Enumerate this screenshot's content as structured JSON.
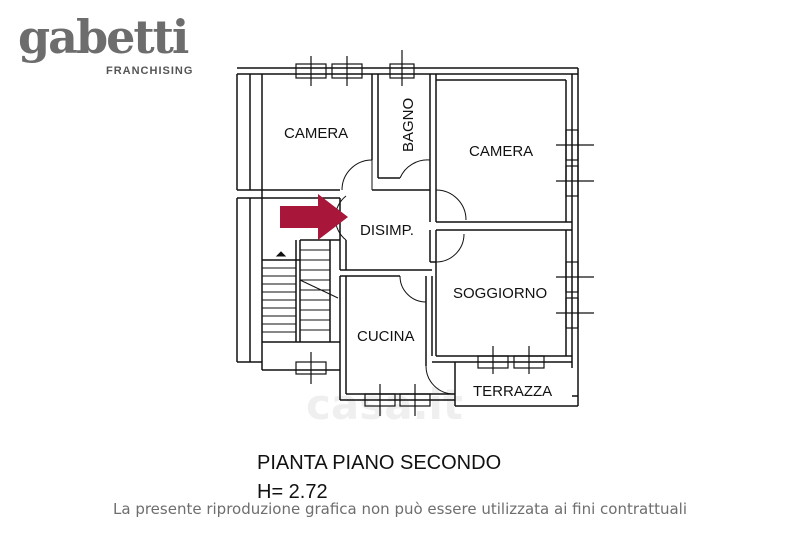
{
  "logo": {
    "brand": "gabetti",
    "tagline": "FRANCHISING"
  },
  "rooms": {
    "camera_left": "CAMERA",
    "bagno": "BAGNO",
    "camera_right": "CAMERA",
    "disimp": "DISIMP.",
    "soggiorno": "SOGGIORNO",
    "cucina": "CUCINA",
    "terrazza": "TERRAZZA"
  },
  "plan_title": "PIANTA PIANO SECONDO",
  "plan_height": "H= 2.72",
  "watermark": "casa.it",
  "disclaimer": "La presente riproduzione grafica non può essere utilizzata ai fini contrattuali",
  "colors": {
    "arrow": "#a8163a",
    "walls": "#111111",
    "logo": "#6d6d6d"
  },
  "icons": {
    "entrance_arrow": "arrow-right-icon"
  }
}
